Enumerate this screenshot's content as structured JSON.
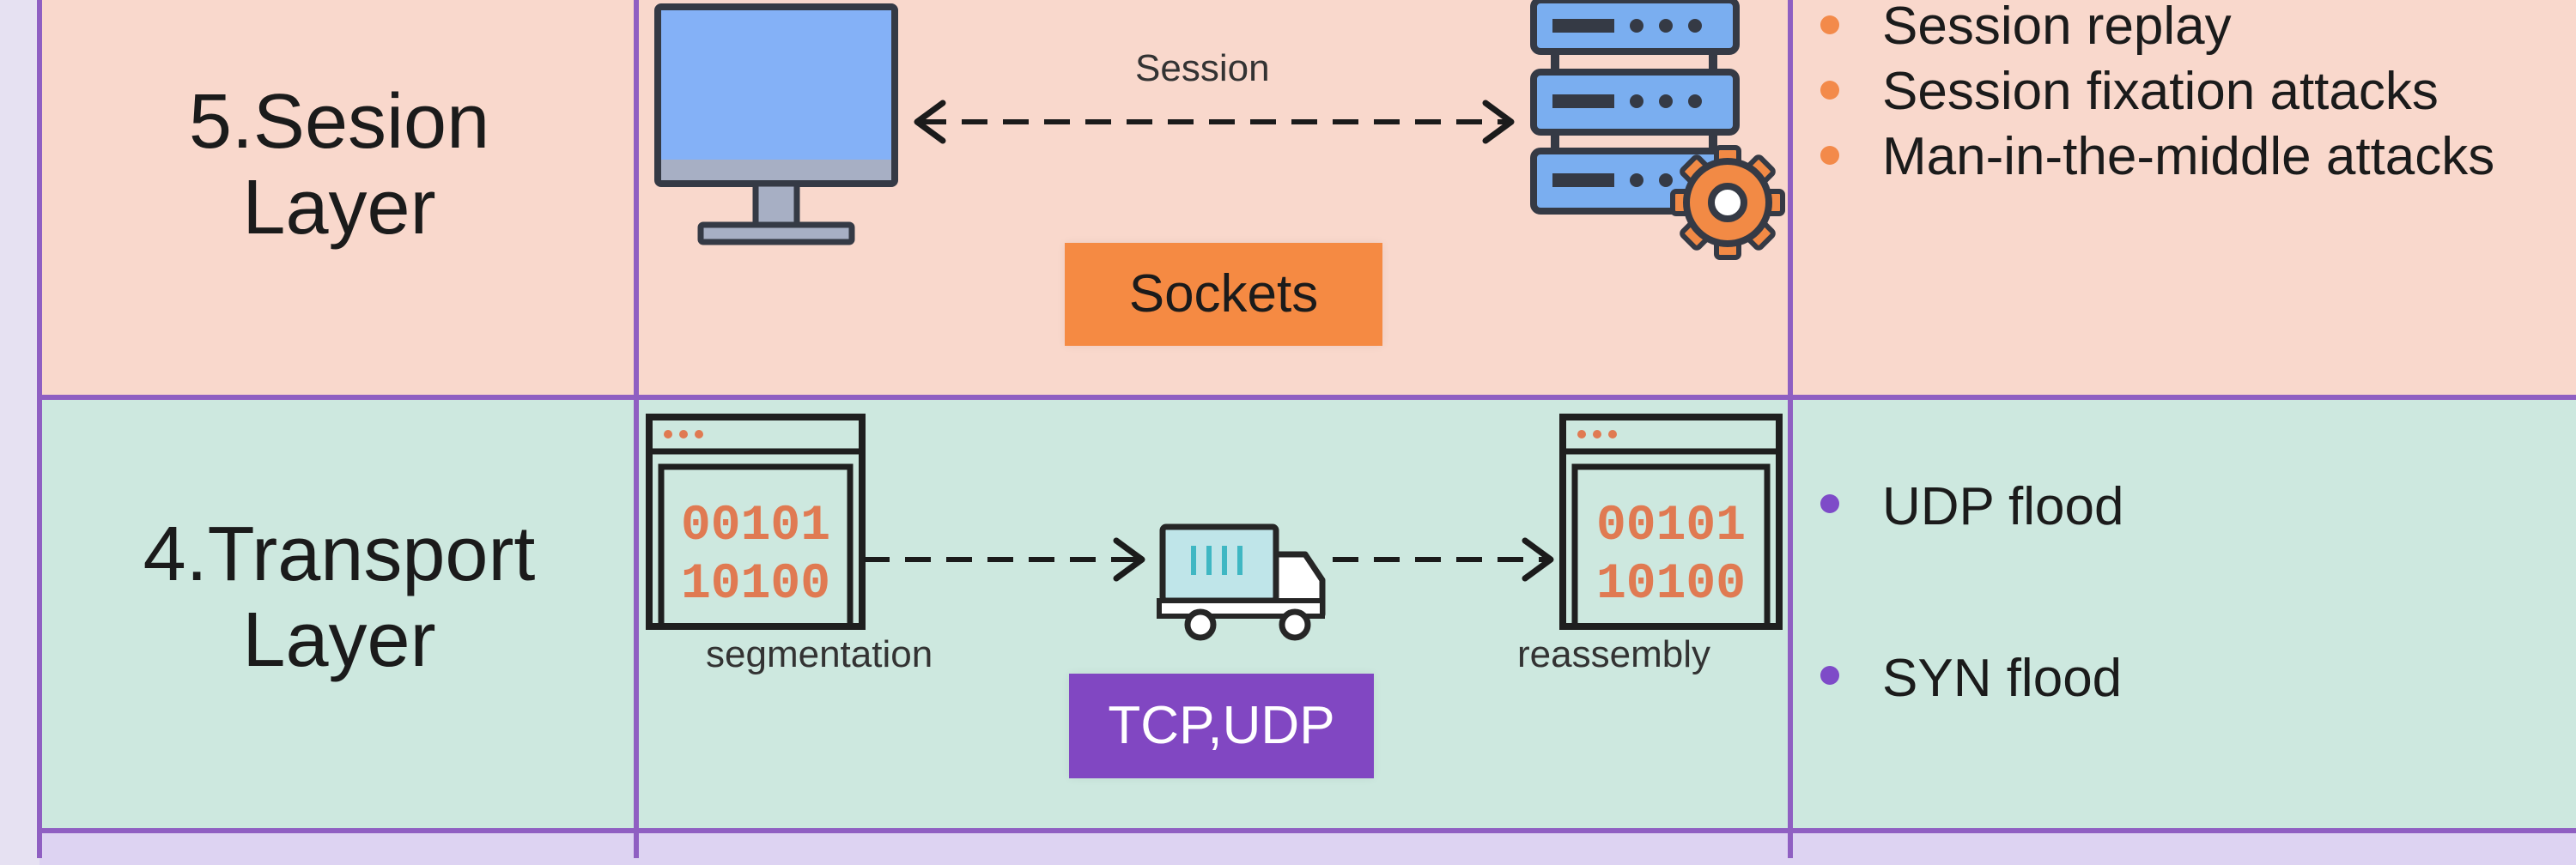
{
  "layers": [
    {
      "name_line1": "5.Sesion",
      "name_line2": "Layer",
      "connection_label": "Session",
      "protocols": "Sockets",
      "threats": [
        "Session replay",
        "Session fixation attacks",
        "Man-in-the-middle attacks"
      ],
      "accent_color": "#f58a43"
    },
    {
      "name_line1": "4.Transport",
      "name_line2": "Layer",
      "left_caption": "segmentation",
      "right_caption": "reassembly",
      "binary_line1": "00101",
      "binary_line2": "10100",
      "protocols": "TCP,UDP",
      "threats": [
        "UDP flood",
        "SYN flood"
      ],
      "accent_color": "#8147c2"
    }
  ],
  "icons": [
    "computer-monitor-icon",
    "server-with-gear-icon",
    "binary-window-icon",
    "delivery-truck-icon"
  ]
}
